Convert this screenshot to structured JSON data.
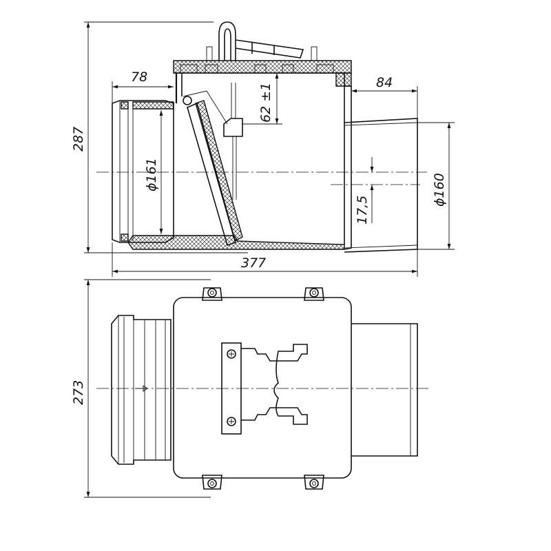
{
  "dimensions": {
    "top_overall_height": "287",
    "inlet_length": "78",
    "outlet_length": "84",
    "inlet_diameter": "ϕ161",
    "outlet_diameter": "ϕ160",
    "flap_offset": "62 ±1",
    "axis_offset": "17,5",
    "overall_length": "377",
    "bottom_overall_width": "273"
  }
}
